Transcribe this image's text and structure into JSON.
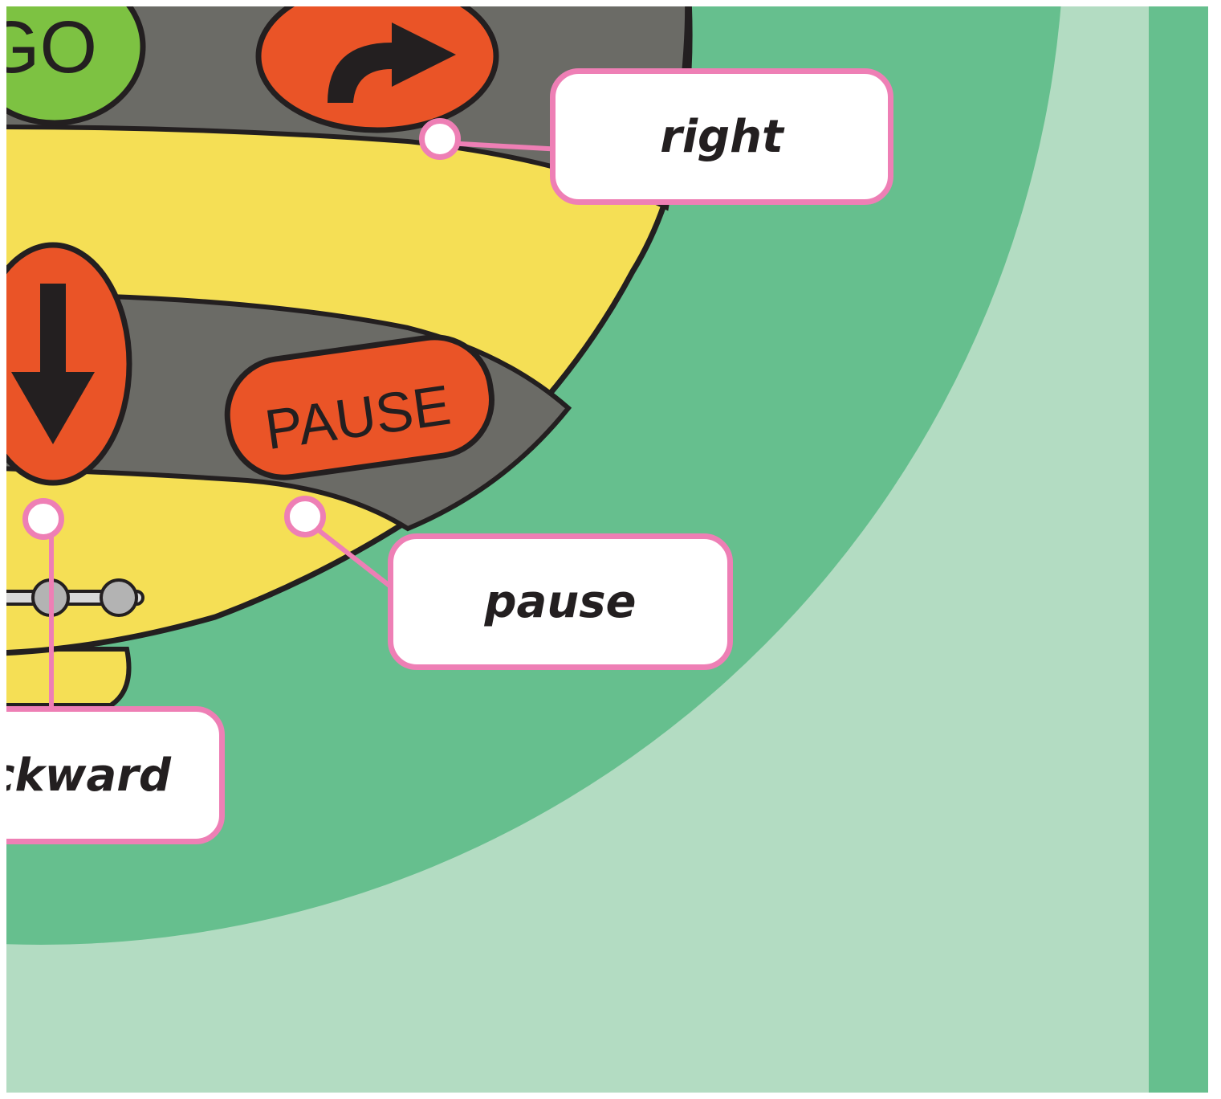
{
  "labels": {
    "right": "right",
    "pause": "pause",
    "backward": "ckward"
  },
  "buttons": {
    "go_text": "GO",
    "pause_text": "PAUSE"
  },
  "colors": {
    "background_light_green": "#b3dcc2",
    "circle_green": "#66bf8e",
    "robot_yellow": "#f5df55",
    "band_grey": "#6b6b66",
    "button_orange": "#ea5427",
    "go_green": "#7dc242",
    "callout_pink": "#ee7fb5"
  },
  "icons": [
    "turn-right-arrow-icon",
    "down-arrow-icon"
  ]
}
